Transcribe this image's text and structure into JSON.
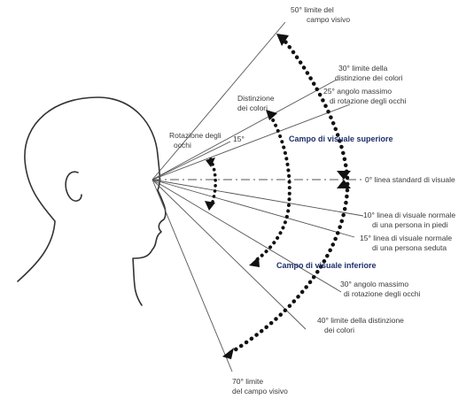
{
  "labels": {
    "deg50_a": "50° limite del",
    "deg50_b": "campo visivo",
    "deg30up_a": "30° limite della",
    "deg30up_b": "distinzione dei colori",
    "deg25_a": "25° angolo massimo",
    "deg25_b": "di rotazione degli occhi",
    "distinz_a": "Distinzione",
    "distinz_b": "dei colori",
    "rotaz_a": "Rotazione degli",
    "rotaz_b": "occhi",
    "deg15_small": "15°",
    "campo_sup": "Campo di visuale superiore",
    "deg0": "0° linea standard di visuale",
    "deg10_a": "10° linea di visuale normale",
    "deg10_b": "di una persona in piedi",
    "deg15_a": "15° linea di visuale normale",
    "deg15_b": "di una persona seduta",
    "campo_inf": "Campo di visuale inferiore",
    "deg30down_a": "30° angolo massimo",
    "deg30down_b": "di rotazione degli occhi",
    "deg40_a": "40° limite della distinzione",
    "deg40_b": "dei colori",
    "deg70_a": "70° limite",
    "deg70_b": "del campo visivo"
  },
  "colors": {
    "line": "#4a4a4a",
    "arc": "#111111",
    "text": "#3a3a3a",
    "heading": "#1f2f6a"
  }
}
